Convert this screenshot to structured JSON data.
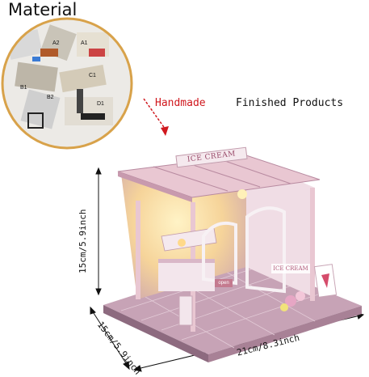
{
  "labels": {
    "material": "Material",
    "handmade": "Handmade",
    "finished": "Finished Products"
  },
  "dimensions": {
    "height": "15cm/5.9inch",
    "depth": "15cm/5.9inch",
    "width": "21cm/8.3inch"
  },
  "shop": {
    "sign": "ICE CREAM",
    "window_sign": "ICE CREAM",
    "open_sign": "open"
  },
  "parts_tags": [
    "A2",
    "A1",
    "B1",
    "B2",
    "C1",
    "D1"
  ],
  "colors": {
    "accent": "#d0181e",
    "circle_border": "#d8a24a",
    "house_pink": "#e9c7d2",
    "floor": "#c7a3b6",
    "warm_light": "#ffd98a"
  }
}
